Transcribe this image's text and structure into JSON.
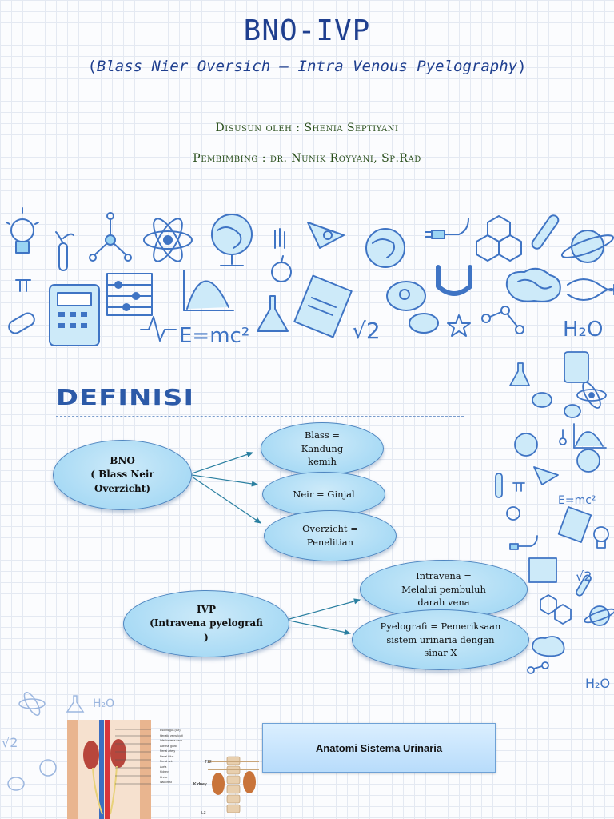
{
  "header": {
    "title": "BNO-IVP",
    "subtitle_open": "(",
    "subtitle_text": "Blass Nier Oversich – Intra Venous Pyelography",
    "subtitle_close": ")",
    "author": "Disusun oleh : Shenia Septiyani",
    "supervisor": "Pembimbing : dr. Nunik Royyani, Sp.Rad"
  },
  "section": {
    "heading": "Definisi"
  },
  "bno": {
    "title": "BNO",
    "desc": "( Blass Neir Overzicht)",
    "items": [
      {
        "line1": "Blass =",
        "line2": "Kandung",
        "line3": "kemih"
      },
      {
        "line1": "Neir = Ginjal"
      },
      {
        "line1": "Overzicht =",
        "line2": "Penelitian"
      }
    ]
  },
  "ivp": {
    "title": "IVP",
    "desc": "(Intravena pyelografi",
    "desc2": ")",
    "items": [
      {
        "line1": "Intravena =",
        "line2": "Melalui pembuluh",
        "line3": "darah vena"
      },
      {
        "line1": "Pyelografi = Pemeriksaan",
        "line2": "sistem urinaria dengan",
        "line3": "sinar X"
      }
    ]
  },
  "anatomy": {
    "label": "Anatomi Sistema Urinaria",
    "labels_left": [
      "Esophagus (cut)",
      "Hepatic veins (cut)",
      "Inferior vena cava",
      "Adrenal gland",
      "Renal artery",
      "Renal hilus",
      "Renal vein",
      "Aorta",
      "Kidney",
      "Ureter",
      "Iliac crest"
    ],
    "labels_right": [
      "T12",
      "Kidney",
      "L3"
    ]
  },
  "colors": {
    "title": "#1f3f8f",
    "credit": "#2a4f1c",
    "heading": "#2c5aa8",
    "bubble_fill": "#9ad4f3",
    "doodle": "#3f74c4"
  }
}
